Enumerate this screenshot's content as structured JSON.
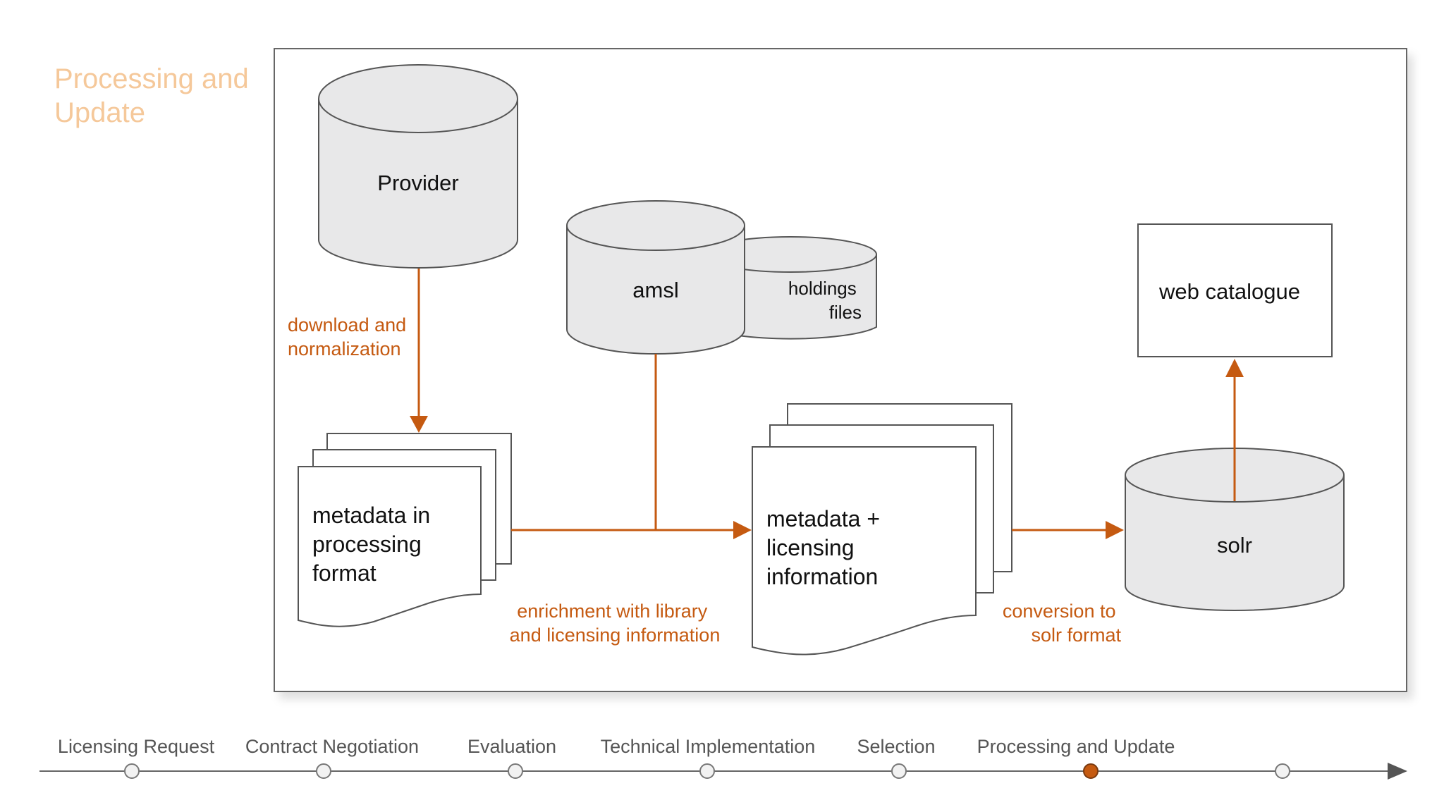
{
  "page": {
    "title": "Processing and Update"
  },
  "diagram": {
    "nodes": {
      "provider": "Provider",
      "amsl": "amsl",
      "holdings": [
        "holdings",
        "files"
      ],
      "metadata_processing": [
        "metadata in",
        "processing",
        "format"
      ],
      "metadata_licensing": [
        "metadata +",
        "licensing",
        "information"
      ],
      "solr": "solr",
      "web_catalogue": "web catalogue"
    },
    "edges": {
      "download": [
        "download and",
        "normalization"
      ],
      "enrichment": [
        "enrichment with library",
        "and licensing information"
      ],
      "conversion": [
        "conversion to",
        "solr format"
      ]
    }
  },
  "timeline": {
    "steps": [
      {
        "label": "Licensing Request",
        "active": false
      },
      {
        "label": "Contract Negotiation",
        "active": false
      },
      {
        "label": "Evaluation",
        "active": false
      },
      {
        "label": "Technical Implementation",
        "active": false
      },
      {
        "label": "Selection",
        "active": false
      },
      {
        "label": "Processing and Update",
        "active": true
      },
      {
        "label": "",
        "active": false
      }
    ]
  },
  "colors": {
    "accent": "#c55a11",
    "title": "#f5c89a",
    "cylinder_fill": "#e8e8e9",
    "stroke": "#555555",
    "timeline_line": "#666666",
    "label_text": "#555555"
  }
}
